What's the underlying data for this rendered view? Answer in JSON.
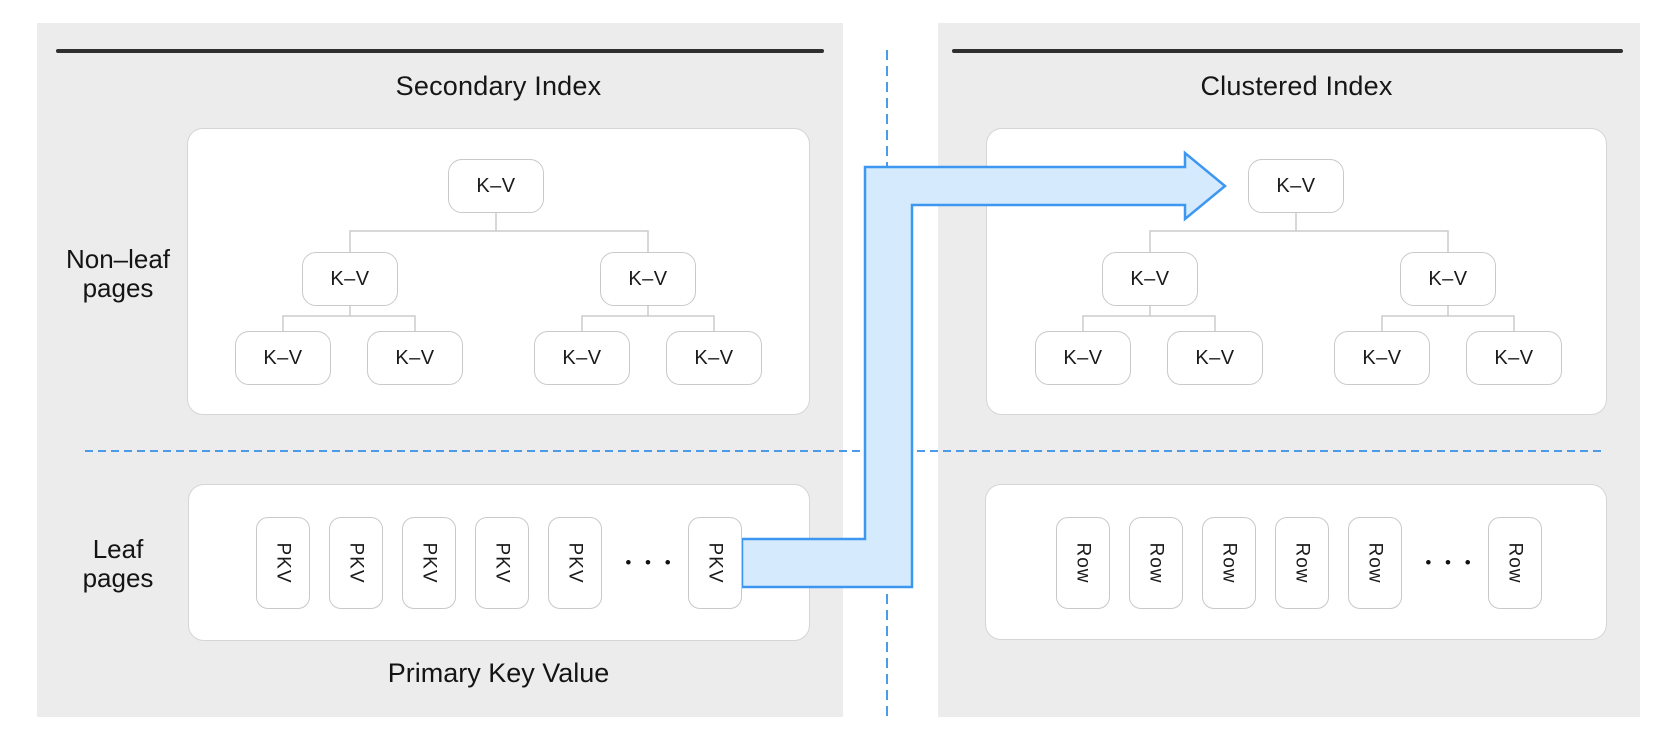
{
  "left_panel": {
    "title": "Secondary Index",
    "section_labels": {
      "non_leaf": [
        "Non–leaf",
        "pages"
      ],
      "leaf": [
        "Leaf",
        "pages"
      ]
    },
    "tree_nodes": [
      "K–V",
      "K–V",
      "K–V",
      "K–V",
      "K–V",
      "K–V",
      "K–V"
    ],
    "leaf_nodes": [
      "PKV",
      "PKV",
      "PKV",
      "PKV",
      "PKV",
      "PKV"
    ],
    "ellipsis": "• • •",
    "caption": "Primary Key Value"
  },
  "right_panel": {
    "title": "Clustered Index",
    "tree_nodes": [
      "K–V",
      "K–V",
      "K–V",
      "K–V",
      "K–V",
      "K–V",
      "K–V"
    ],
    "leaf_nodes": [
      "Row",
      "Row",
      "Row",
      "Row",
      "Row",
      "Row"
    ],
    "ellipsis": "• • •"
  },
  "colors": {
    "panel_bg": "#ececec",
    "top_bar": "#2f2f2f",
    "container_border": "#d5d5d5",
    "node_border": "#c9c9c9",
    "connector": "#cbcbcb",
    "dashed_line_blue": "#4d9be6",
    "arrow_stroke": "#3d97f0",
    "arrow_fill": "#d5eafc"
  }
}
